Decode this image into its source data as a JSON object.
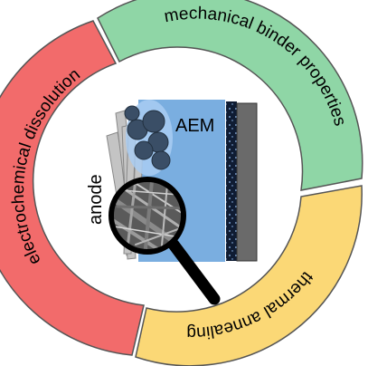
{
  "ring": {
    "segments": [
      {
        "id": "electrochemical",
        "label": "electrochemical dissolution",
        "color": "#f26b6b"
      },
      {
        "id": "mechanical",
        "label": "mechanical binder properties",
        "color": "#8fd6a6"
      },
      {
        "id": "thermal",
        "label": "thermal annealing",
        "color": "#fbd876"
      }
    ]
  },
  "center": {
    "anode_label": "anode",
    "membrane_label": "AEM",
    "colors": {
      "membrane": "#7aaee0",
      "electrode": "#6a6a6a",
      "catalyst": "#3a4e66",
      "fibers": "#c4c4c4"
    }
  },
  "icons": {
    "magnifier": "magnifying-glass-icon"
  }
}
